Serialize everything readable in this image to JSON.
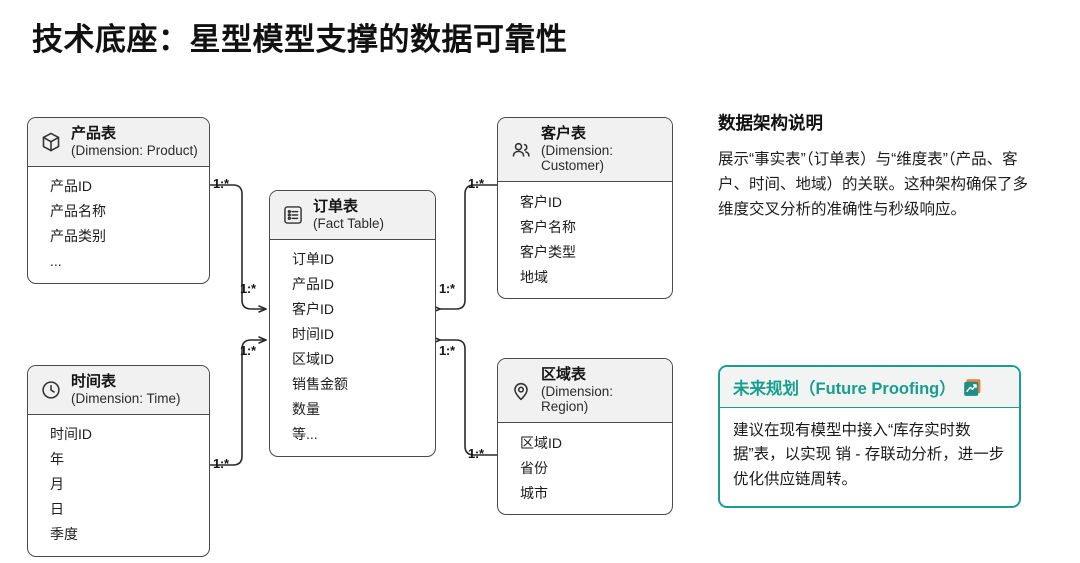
{
  "title": "技术底座：星型模型支撑的数据可靠性",
  "diagram": {
    "entities": [
      {
        "id": "product",
        "icon": "box-icon",
        "title_cn": "产品表",
        "title_en": "(Dimension: Product)",
        "fields": [
          "产品ID",
          "产品名称",
          "产品类别",
          "..."
        ]
      },
      {
        "id": "time",
        "icon": "clock-icon",
        "title_cn": "时间表",
        "title_en": "(Dimension: Time)",
        "fields": [
          "时间ID",
          "年",
          "月",
          "日",
          "季度"
        ]
      },
      {
        "id": "fact",
        "icon": "list-icon",
        "title_cn": "订单表",
        "title_en": "(Fact Table)",
        "fields": [
          "订单ID",
          "产品ID",
          "客户ID",
          "时间ID",
          "区域ID",
          "销售金额",
          "数量",
          "等..."
        ]
      },
      {
        "id": "customer",
        "icon": "users-icon",
        "title_cn": "客户表",
        "title_en": "(Dimension: Customer)",
        "fields": [
          "客户ID",
          "客户名称",
          "客户类型",
          "地域"
        ]
      },
      {
        "id": "region",
        "icon": "location-pin-icon",
        "title_cn": "区域表",
        "title_en": "(Dimension: Region)",
        "fields": [
          "区域ID",
          "省份",
          "城市"
        ]
      }
    ],
    "relations": [
      {
        "from": "product",
        "to": "fact",
        "source_label": "1:*",
        "target_label": "1:*"
      },
      {
        "from": "time",
        "to": "fact",
        "source_label": "1:*",
        "target_label": "1:*"
      },
      {
        "from": "customer",
        "to": "fact",
        "source_label": "1:*",
        "target_label": "1:*"
      },
      {
        "from": "region",
        "to": "fact",
        "source_label": "1:*",
        "target_label": "1:*"
      }
    ],
    "cardinality_labels": [
      {
        "id": "product-source",
        "text": "1:*"
      },
      {
        "id": "product-target",
        "text": "1:*"
      },
      {
        "id": "time-source",
        "text": "1:*"
      },
      {
        "id": "time-target",
        "text": "1:*"
      },
      {
        "id": "customer-source",
        "text": "1:*"
      },
      {
        "id": "customer-target",
        "text": "1:*"
      },
      {
        "id": "region-source",
        "text": "1:*"
      },
      {
        "id": "region-target",
        "text": "1:*"
      }
    ]
  },
  "side_panel": {
    "heading": "数据架构说明",
    "body": "展示“事实表”（订单表）与“维度表”（产品、客户、时间、地域）的关联。这种架构确保了多维度交叉分析的准确性与秒级响应。"
  },
  "future_box": {
    "title": "未来规划（Future Proofing）",
    "icon": "chart-increasing-icon",
    "body": "建议在现有模型中接入“库存实时数据”表，以实现 销 - 存联动分析，进一步优化供应链周转。",
    "accent_color": "#179e8e"
  },
  "colors": {
    "entity_border": "#4a4a4a",
    "entity_header_bg": "#f1f1f1",
    "page_bg": "#ffffff",
    "text": "#1a1a1a",
    "accent_teal": "#179e8e"
  }
}
